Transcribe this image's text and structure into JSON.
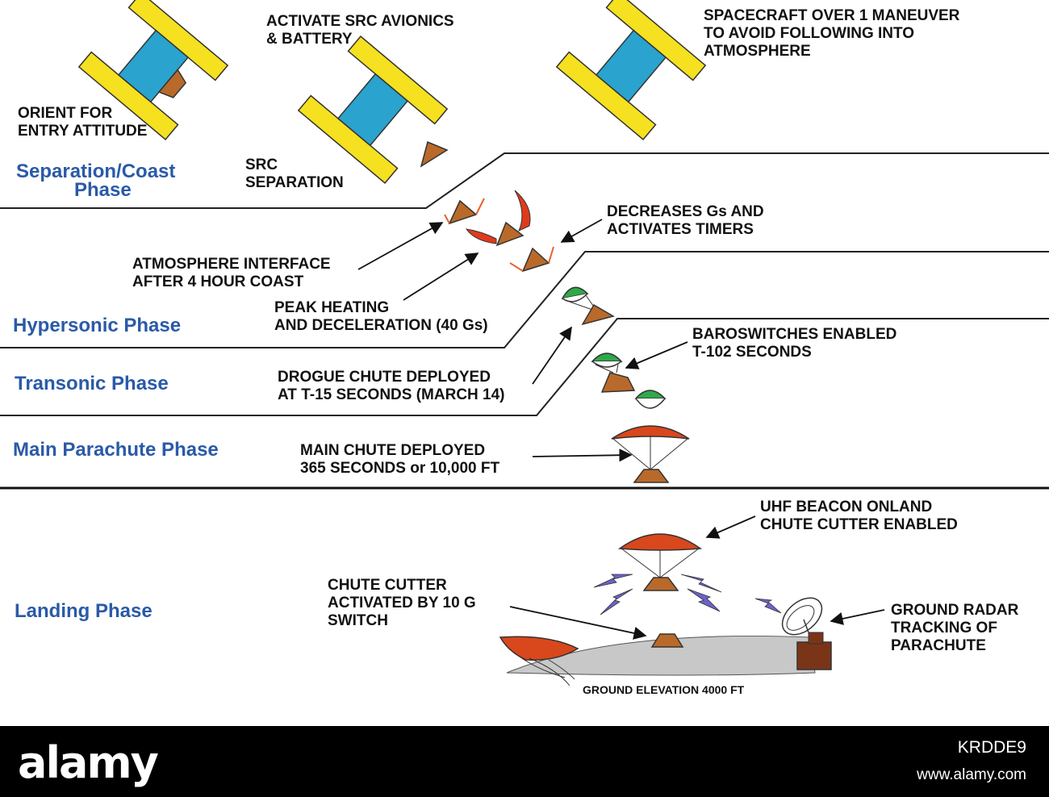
{
  "colors": {
    "phase_text": "#2a5aa8",
    "solar_panel": "#f5e11f",
    "spacecraft_body": "#2aa3cf",
    "capsule": "#b96a2b",
    "parachute_red": "#d9471c",
    "parachute_green": "#2fa84a",
    "radio_wave": "#6b63c9",
    "ground": "#c8c8c8",
    "radar_box": "#7a3518"
  },
  "phases": {
    "separation_line1": "Separation/Coast",
    "separation_line2": "Phase",
    "hypersonic": "Hypersonic Phase",
    "transonic": "Transonic Phase",
    "main_parachute": "Main Parachute Phase",
    "landing": "Landing Phase"
  },
  "labels": {
    "orient_1": "ORIENT FOR",
    "orient_2": "ENTRY ATTITUDE",
    "activate_1": "ACTIVATE SRC AVIONICS",
    "activate_2": "& BATTERY",
    "spacecraft_1": "SPACECRAFT OVER 1 MANEUVER",
    "spacecraft_2": "TO AVOID FOLLOWING INTO",
    "spacecraft_3": "ATMOSPHERE",
    "src_sep_1": "SRC",
    "src_sep_2": "SEPARATION",
    "decreases_1": "DECREASES Gs AND",
    "decreases_2": "ACTIVATES TIMERS",
    "atmo_1": "ATMOSPHERE INTERFACE",
    "atmo_2": "AFTER 4 HOUR COAST",
    "peak_1": "PEAK HEATING",
    "peak_2": "AND DECELERATION (40 Gs)",
    "baro_1": "BAROSWITCHES ENABLED",
    "baro_2": "T-102 SECONDS",
    "drogue_1": "DROGUE CHUTE DEPLOYED",
    "drogue_2": "AT T-15 SECONDS (MARCH 14)",
    "main_1": "MAIN CHUTE DEPLOYED",
    "main_2": "365 SECONDS or 10,000 FT",
    "uhf_1": "UHF BEACON ONLAND",
    "uhf_2": "CHUTE CUTTER ENABLED",
    "cutter_1": "CHUTE CUTTER",
    "cutter_2": "ACTIVATED BY 10 G",
    "cutter_3": "SWITCH",
    "radar_1": "GROUND RADAR",
    "radar_2": "TRACKING OF",
    "radar_3": "PARACHUTE",
    "ground_elev": "GROUND ELEVATION 4000 FT"
  },
  "watermark": {
    "logo": "alamy",
    "image_id": "KRDDE9",
    "url": "www.alamy.com"
  }
}
